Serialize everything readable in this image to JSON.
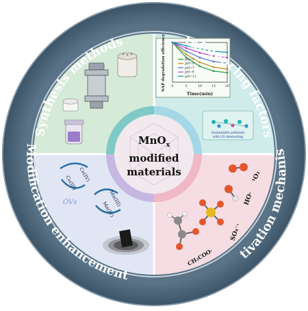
{
  "center": {
    "line1": "MnO",
    "line1_sub": "x",
    "line2": "modified",
    "line3": "materials"
  },
  "ring_labels": {
    "top_left": "Synthesis methods",
    "top_right": "Influencing factors",
    "bottom_right": "Activation mechanisms",
    "bottom_left": "Modification enhancement"
  },
  "chart_data": {
    "type": "line",
    "xlabel": "Time(min)",
    "ylabel": "NAP degradation efficiency",
    "x": [
      0,
      5,
      10,
      15,
      20
    ],
    "xticks": [
      "0",
      "5",
      "10",
      "15",
      "20"
    ],
    "ylim": [
      0,
      1
    ],
    "series": [
      {
        "name": "pH=3",
        "color": "#1e9a3c",
        "values": [
          1.0,
          0.62,
          0.4,
          0.28,
          0.24
        ]
      },
      {
        "name": "pH=5",
        "color": "#c08a1a",
        "values": [
          1.0,
          0.7,
          0.5,
          0.38,
          0.33
        ]
      },
      {
        "name": "pH=7",
        "color": "#4a6fe0",
        "values": [
          1.0,
          0.78,
          0.62,
          0.52,
          0.48
        ]
      },
      {
        "name": "pH=9",
        "color": "#b83fcf",
        "values": [
          1.0,
          0.86,
          0.74,
          0.66,
          0.62
        ]
      },
      {
        "name": "pH=11",
        "color": "#0c9aa8",
        "values": [
          1.0,
          0.92,
          0.84,
          0.78,
          0.75
        ]
      }
    ]
  },
  "quadrants": {
    "influencing": {
      "inset_line1": "Sustainable pollutant",
      "inset_line2": "with O3 interacting"
    },
    "activation": {
      "species_o2": "¹O₂",
      "species_ho": "HO·",
      "species_so4": "SO₄⁻·",
      "species_ch3coo": "CH₃COO·"
    },
    "modification": {
      "ce_iv": "Ce(IV)",
      "ce_iii": "Ce(III)",
      "mn_iii": "Mn(III)",
      "mn_iv": "Mn(IV)",
      "ovs": "OVs"
    }
  },
  "colors": {
    "outer_ring": "#4b6478",
    "ring_inner_border": "#7f97aa",
    "q_synthesis": "#d6ead8",
    "q_influencing": "#cfecea",
    "q_activation": "#f6dde3",
    "q_modification": "#e1e6f4",
    "center_ring_tl": "#7fc9c7",
    "center_ring_tr": "#a5d7e6",
    "center_ring_br": "#f0b7c6",
    "center_ring_bl": "#c5b7e2",
    "center_fill": "#f2e9ee"
  }
}
